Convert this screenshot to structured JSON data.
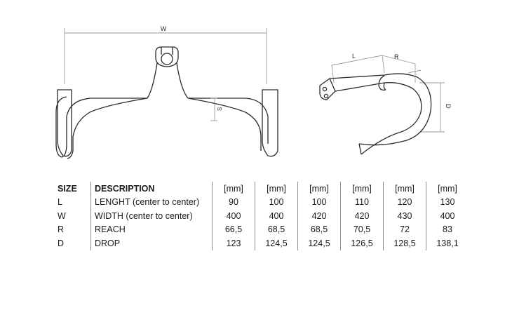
{
  "diagram": {
    "front_view": {
      "dimensions": {
        "width_label": "W",
        "stem_label": "S"
      }
    },
    "side_view": {
      "dimensions": {
        "length_label": "L",
        "reach_label": "R",
        "drop_label": "D"
      }
    }
  },
  "table": {
    "header": {
      "size": "SIZE",
      "description": "DESCRIPTION",
      "units": [
        "[mm]",
        "[mm]",
        "[mm]",
        "[mm]",
        "[mm]",
        "[mm]"
      ]
    },
    "rows": [
      {
        "size": "L",
        "description": "LENGHT (center to center)",
        "values": [
          "90",
          "100",
          "100",
          "110",
          "120",
          "130"
        ]
      },
      {
        "size": "W",
        "description": "WIDTH (center to center)",
        "values": [
          "400",
          "400",
          "420",
          "420",
          "430",
          "400"
        ]
      },
      {
        "size": "R",
        "description": "REACH",
        "values": [
          "66,5",
          "68,5",
          "68,5",
          "70,5",
          "72",
          "83"
        ]
      },
      {
        "size": "D",
        "description": "DROP",
        "values": [
          "123",
          "124,5",
          "124,5",
          "126,5",
          "128,5",
          "138,1"
        ]
      }
    ]
  }
}
